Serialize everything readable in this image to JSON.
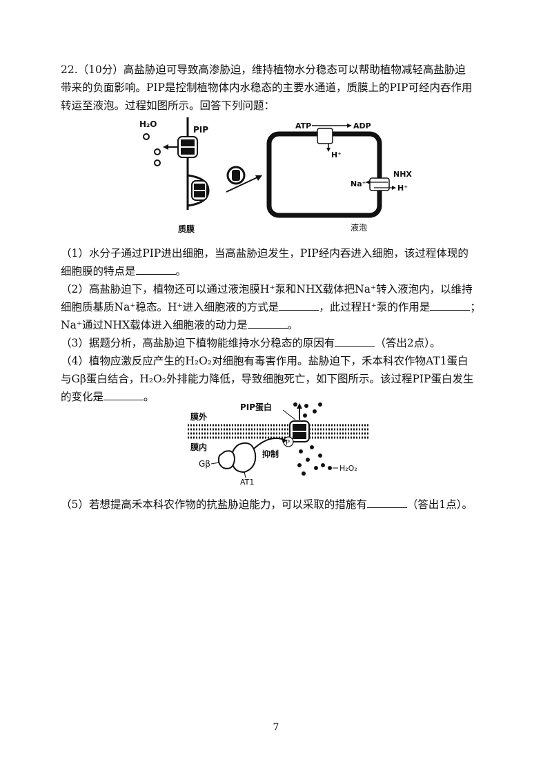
{
  "question": {
    "number": "22.",
    "intro_lines": [
      "（10分）高盐胁迫可导致高渗胁迫，维持植物水分稳态可以帮助植物减轻高盐胁迫",
      "带来的负面影响。PIP是控制植物体内水稳态的主要水通道，质膜上的PIP可经内吞作用",
      "转运至液泡。过程如图所示。回答下列问题："
    ]
  },
  "figure1": {
    "h2o_label": "H₂O",
    "pip_label": "PIP",
    "membrane_label": "质膜",
    "vacuole_label": "液泡",
    "atp_label": "ATP",
    "adp_label": "ADP",
    "h_plus_pump": "H⁺",
    "nhx_label": "NHX",
    "na_label": "Na⁺",
    "h_plus_nhx": "H⁺"
  },
  "sub_questions": {
    "q1": [
      "（1）水分子通过PIP进出细胞，当高盐胁迫发生，PIP经内吞进入细胞，该过程体现的",
      "细胞膜的特点是",
      "。"
    ],
    "q2": [
      "（2）高盐胁迫下，植物还可以通过液泡膜H⁺泵和NHX载体把Na⁺转入液泡内，以维持",
      "细胞质基质Na⁺稳态。H⁺进入细胞液的方式是",
      "，此过程H⁺泵的作用是",
      "；",
      "Na⁺通过NHX载体进入细胞液的动力是",
      "。"
    ],
    "q3": [
      "（3）据题分析，高盐胁迫下植物能维持水分稳态的原因有",
      "（答出2点）。"
    ],
    "q4": [
      "（4）植物应激反应产生的H₂O₂对细胞有毒害作用。盐胁迫下，禾本科农作物AT1蛋白",
      "与Gβ蛋白结合，H₂O₂外排能力降低，导致细胞死亡，如下图所示。该过程PIP蛋白发生",
      "的变化是",
      "。"
    ],
    "q5": [
      "（5）若想提高禾本科农作物的抗盐胁迫能力，可以采取的措施有",
      "（答出1点）。"
    ]
  },
  "figure2": {
    "pip_protein_label": "PIP蛋白",
    "outside_label": "膜外",
    "inside_label": "膜内",
    "inhibit_label": "抑制",
    "gbeta_label": "Gβ",
    "at1_label": "AT1",
    "p_label": "P",
    "h2o2_label": "H₂O₂"
  },
  "page_number": "7"
}
